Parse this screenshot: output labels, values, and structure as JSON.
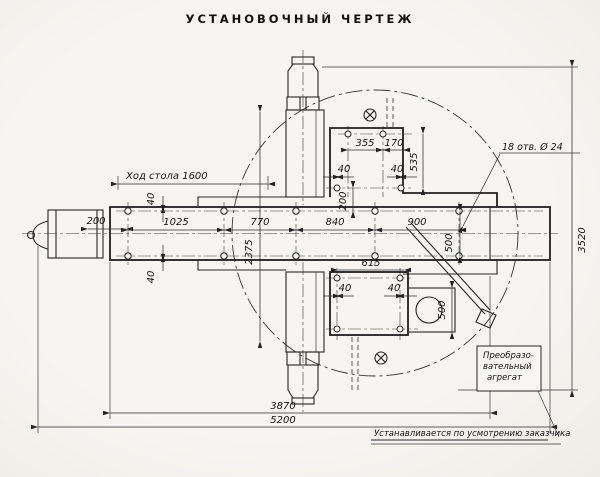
{
  "title": "УСТАНОВОЧНЫЙ  ЧЕРТЕЖ",
  "notes": {
    "table_travel": "Ход стола 1600",
    "holes": "18 отв.  Ø 24",
    "converter_line1": "Преобразо-",
    "converter_line2": "вательный",
    "converter_line3": "агрегат",
    "customer": "Устанавливается по усмотрению заказчика"
  },
  "dims": {
    "left_offset": "200",
    "bolt_1025": "1025",
    "bolt_770": "770",
    "bolt_840": "840",
    "bolt_900": "900",
    "edge_40": "40",
    "row_500": "500",
    "cross_2375": "2375",
    "fp_355": "355",
    "fp_170": "170",
    "fp_535": "535",
    "fp_200": "200",
    "fp_40": "40",
    "fp_615": "615",
    "motor_500": "500",
    "overall_3870": "3870",
    "overall_5200": "5200",
    "overall_3520": "3520"
  },
  "colors": {
    "paper": "#f6f5f1",
    "ink": "#1f1f1f"
  }
}
